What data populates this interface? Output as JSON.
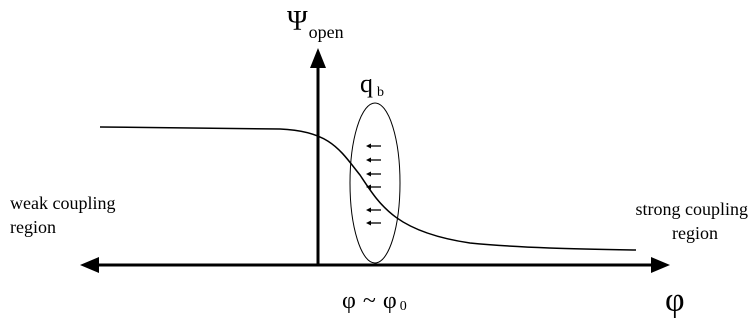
{
  "diagram": {
    "y_axis": {
      "symbol": "Ψ",
      "subscript": "open"
    },
    "x_axis": {
      "symbol": "φ"
    },
    "charge": {
      "symbol": "q",
      "subscript": "b"
    },
    "critical_point": {
      "left": "φ",
      "tilde": "~",
      "right": "φ",
      "subscript": "0"
    },
    "regions": {
      "weak": {
        "line1": "weak coupling",
        "line2": "region"
      },
      "strong": {
        "line1": "strong coupling",
        "line2": "region"
      }
    }
  }
}
